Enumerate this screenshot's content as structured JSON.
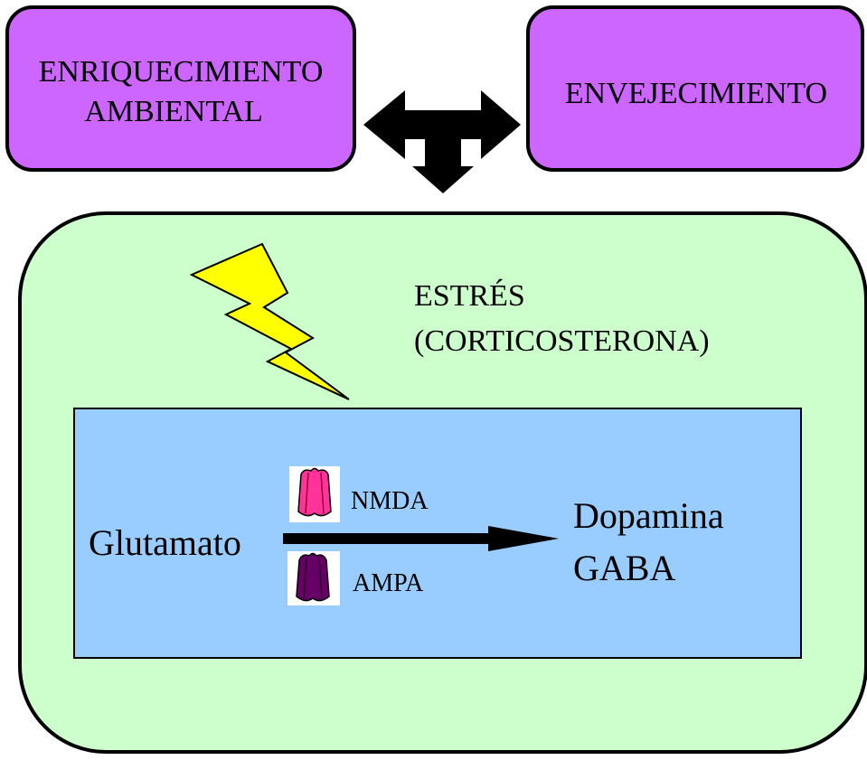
{
  "boxes": {
    "enrichment": {
      "line1": "ENRIQUECIMIENTO",
      "line2": "AMBIENTAL"
    },
    "aging": {
      "label": "ENVEJECIMIENTO"
    }
  },
  "stress": {
    "line1": "ESTRÉS",
    "line2": "(CORTICOSTERONA)"
  },
  "synapse": {
    "source": "Glutamato",
    "receptors": [
      "NMDA",
      "AMPA"
    ],
    "targets": [
      "Dopamina",
      "GABA"
    ]
  },
  "colors": {
    "purple_box": "#cc66ff",
    "green_panel": "#ccffcc",
    "blue_panel": "#99ccff",
    "lightning": "#ffff00",
    "nmda_receptor": "#ff3399",
    "ampa_receptor": "#660066"
  },
  "icons": [
    "triple-arrow-icon",
    "lightning-icon",
    "nmda-receptor-icon",
    "ampa-receptor-icon",
    "right-arrow-icon"
  ]
}
